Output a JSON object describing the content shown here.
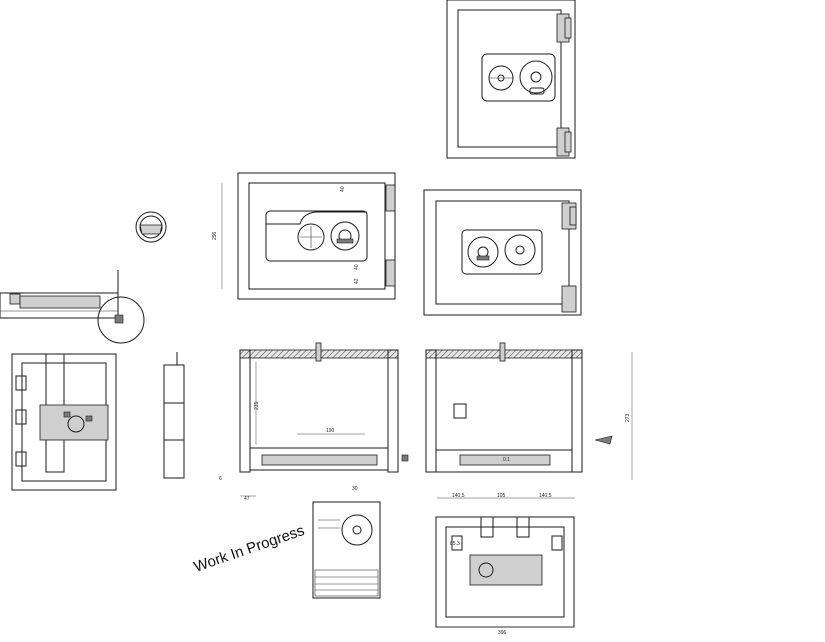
{
  "annotation": {
    "text": "Work In Progress"
  },
  "dimensions": {
    "height_front": "296",
    "top_gap": "40",
    "right_a": "40",
    "right_b": "42",
    "inner_height": "235",
    "span_inner": "190",
    "base_offset": "6",
    "left_offset": "47",
    "bottom_offset": "30",
    "total_height_right": "273",
    "top_left": "140.5",
    "top_mid": "105",
    "top_right": "140.5",
    "side_dim": "85.3",
    "overall_width": "396",
    "small_label": "0.1"
  },
  "colors": {
    "line": "#1a1a1a",
    "fill": "#cfcfcf",
    "dark": "#7a7a7a"
  }
}
